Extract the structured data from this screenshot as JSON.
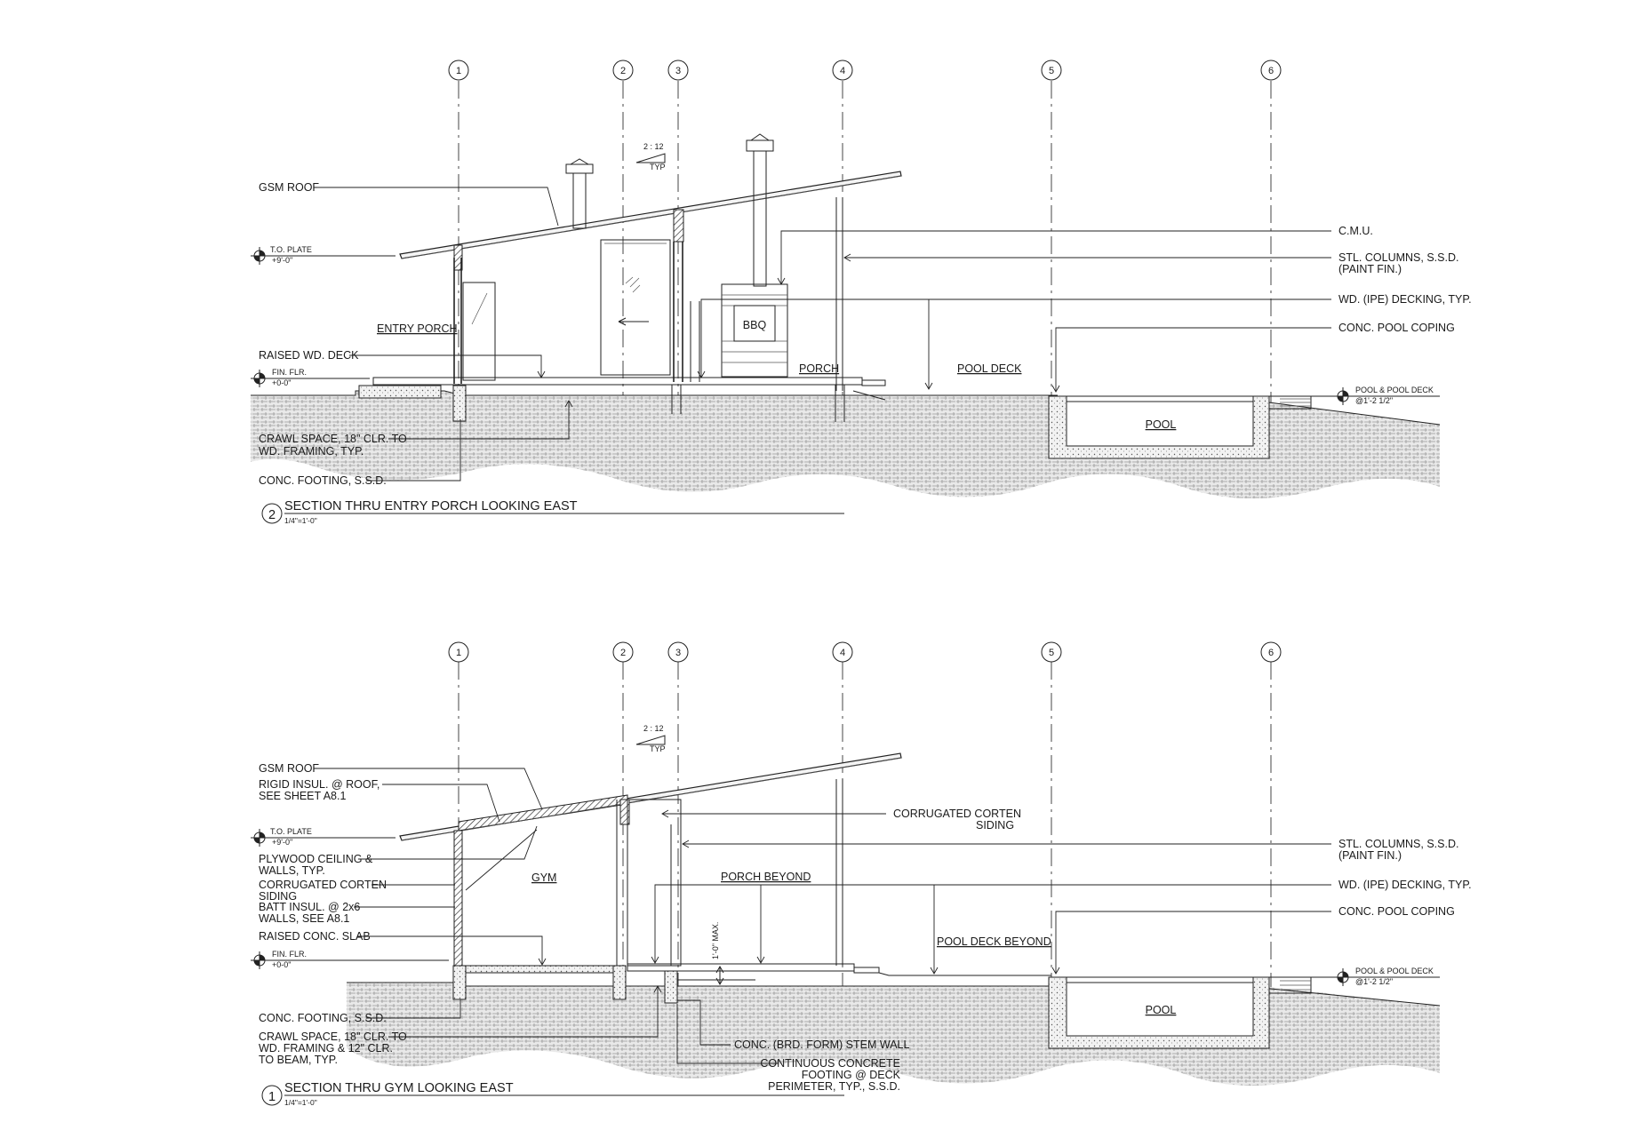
{
  "grid_lines": [
    "1",
    "2",
    "3",
    "4",
    "5",
    "6"
  ],
  "section_2": {
    "number": "2",
    "title": "SECTION THRU ENTRY PORCH LOOKING EAST",
    "scale": "1/4\"=1'-0\"",
    "slope": {
      "ratio": "2 : 12",
      "note": "TYP"
    },
    "levels": {
      "plate": {
        "name": "T.O. PLATE",
        "value": "+9'-0\""
      },
      "floor": {
        "name": "FIN. FLR.",
        "value": "+0-0\""
      },
      "pool": {
        "name": "POOL & POOL DECK",
        "value": "@1'-2 1/2\""
      }
    },
    "left_notes": {
      "gsm_roof": "GSM ROOF",
      "raised_deck": "RAISED WD. DECK",
      "crawl_1": "CRAWL SPACE, 18\" CLR. TO",
      "crawl_2": "WD. FRAMING, TYP.",
      "footing": "CONC. FOOTING, S.S.D."
    },
    "right_notes": {
      "cmu": "C.M.U.",
      "columns_1": "STL. COLUMNS, S.S.D.",
      "columns_2": "(PAINT FIN.)",
      "decking": "WD. (IPE) DECKING, TYP.",
      "coping": "CONC. POOL COPING"
    },
    "rooms": {
      "entry_porch": "ENTRY PORCH",
      "bbq": "BBQ",
      "porch": "PORCH",
      "pool_deck": "POOL DECK",
      "pool": "POOL"
    }
  },
  "section_1": {
    "number": "1",
    "title": "SECTION THRU GYM LOOKING EAST",
    "scale": "1/4\"=1'-0\"",
    "slope": {
      "ratio": "2 : 12",
      "note": "TYP"
    },
    "levels": {
      "plate": {
        "name": "T.O. PLATE",
        "value": "+9'-0\""
      },
      "floor": {
        "name": "FIN. FLR.",
        "value": "+0-0\""
      },
      "pool": {
        "name": "POOL & POOL DECK",
        "value": "@1'-2 1/2\""
      }
    },
    "left_notes": {
      "gsm_roof": "GSM ROOF",
      "rigid_1": "RIGID INSUL. @ ROOF,",
      "rigid_2": "SEE SHEET A8.1",
      "plywood_1": "PLYWOOD CEILING &",
      "plywood_2": "WALLS, TYP.",
      "corten_1": "CORRUGATED CORTEN",
      "corten_2": "SIDING",
      "batt_1": "BATT INSUL. @ 2x6",
      "batt_2": "WALLS, SEE A8.1",
      "slab": "RAISED CONC. SLAB",
      "footing": "CONC. FOOTING, S.S.D.",
      "crawl_1": "CRAWL SPACE, 18\" CLR. TO",
      "crawl_2": "WD. FRAMING & 12\" CLR.",
      "crawl_3": "TO BEAM, TYP."
    },
    "right_notes": {
      "corten_1": "CORRUGATED CORTEN",
      "corten_2": "SIDING",
      "columns_1": "STL. COLUMNS, S.S.D.",
      "columns_2": "(PAINT FIN.)",
      "decking": "WD. (IPE) DECKING, TYP.",
      "coping": "CONC. POOL COPING"
    },
    "bottom_notes": {
      "stem_wall": "CONC. (BRD. FORM) STEM WALL",
      "cont_1": "CONTINUOUS CONCRETE",
      "cont_2": "FOOTING @ DECK",
      "cont_3": "PERIMETER, TYP., S.S.D.",
      "max": "1'-0\" MAX."
    },
    "rooms": {
      "gym": "GYM",
      "porch_beyond": "PORCH BEYOND",
      "pool_deck_beyond": "POOL DECK  BEYOND",
      "pool": "POOL"
    }
  }
}
